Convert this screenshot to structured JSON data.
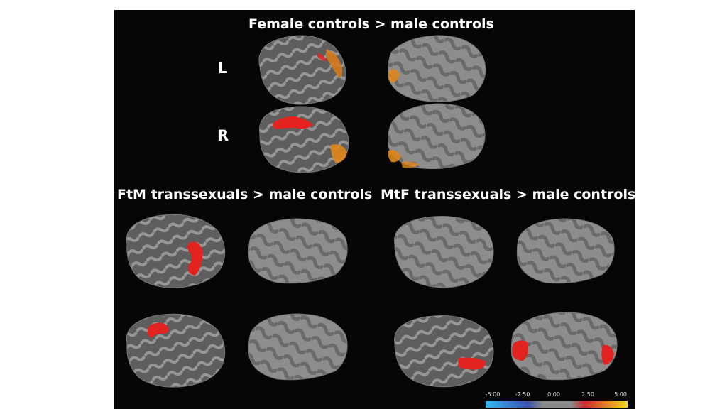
{
  "figure": {
    "title_top": "Female controls > male controls",
    "row_label_left": "L",
    "row_label_right": "R",
    "title_ftm": "FtM transsexuals > male controls",
    "title_mtf": "MtF transsexuals > male controls"
  },
  "colorbar": {
    "ticks": [
      "-5.00",
      "-2.50",
      "0.00",
      "2.50",
      "5.00"
    ],
    "colors": [
      "#35b9ef",
      "#3a4fae",
      "#8a8a8a",
      "#d2282c",
      "#f2dc1a"
    ]
  },
  "colors": {
    "background": "#060606",
    "cortex_dark": "#5c5c5c",
    "cortex_light": "#9a9a9a",
    "activation_red": "#e2231f",
    "activation_orange": "#e0861a"
  }
}
